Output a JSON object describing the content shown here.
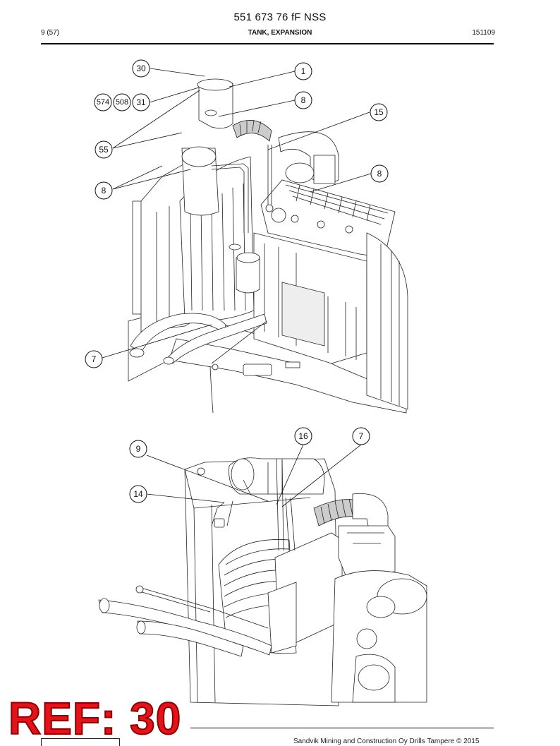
{
  "header": {
    "doc_number": "551 673 76 fF NSS",
    "page": "9 (57)",
    "title": "TANK, EXPANSION",
    "code": "151109"
  },
  "figure1": {
    "callouts": [
      "30",
      "1",
      "574",
      "508",
      "31",
      "8",
      "15",
      "55",
      "8",
      "8",
      "7"
    ]
  },
  "figure2": {
    "callouts": [
      "16",
      "7",
      "9",
      "14"
    ]
  },
  "ref_label": "REF: 30",
  "footer": {
    "copyright": "Sandvik Mining and Construction Oy Drills Tampere © 2015"
  }
}
